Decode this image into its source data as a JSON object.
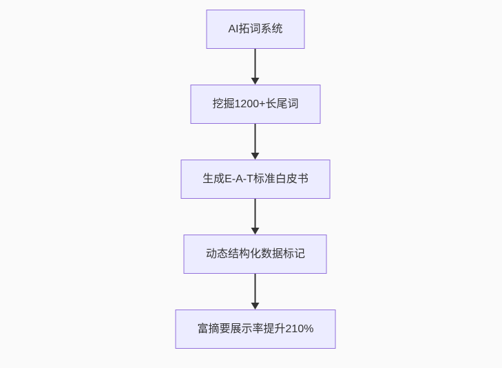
{
  "diagram": {
    "type": "flowchart",
    "direction": "top-down",
    "background_color": "#fafafa",
    "node_fill_color": "#ECECFF",
    "node_border_color": "#9370DB",
    "node_text_color": "#333333",
    "arrow_color": "#333333",
    "nodes": [
      {
        "id": "A",
        "label": "AI拓词系统"
      },
      {
        "id": "B",
        "label": "挖掘1200+长尾词"
      },
      {
        "id": "C",
        "label": "生成E-A-T标准白皮书"
      },
      {
        "id": "D",
        "label": "动态结构化数据标记"
      },
      {
        "id": "E",
        "label": "富摘要展示率提升210%"
      }
    ],
    "edges": [
      {
        "from": "A",
        "to": "B"
      },
      {
        "from": "B",
        "to": "C"
      },
      {
        "from": "C",
        "to": "D"
      },
      {
        "from": "D",
        "to": "E"
      }
    ]
  }
}
